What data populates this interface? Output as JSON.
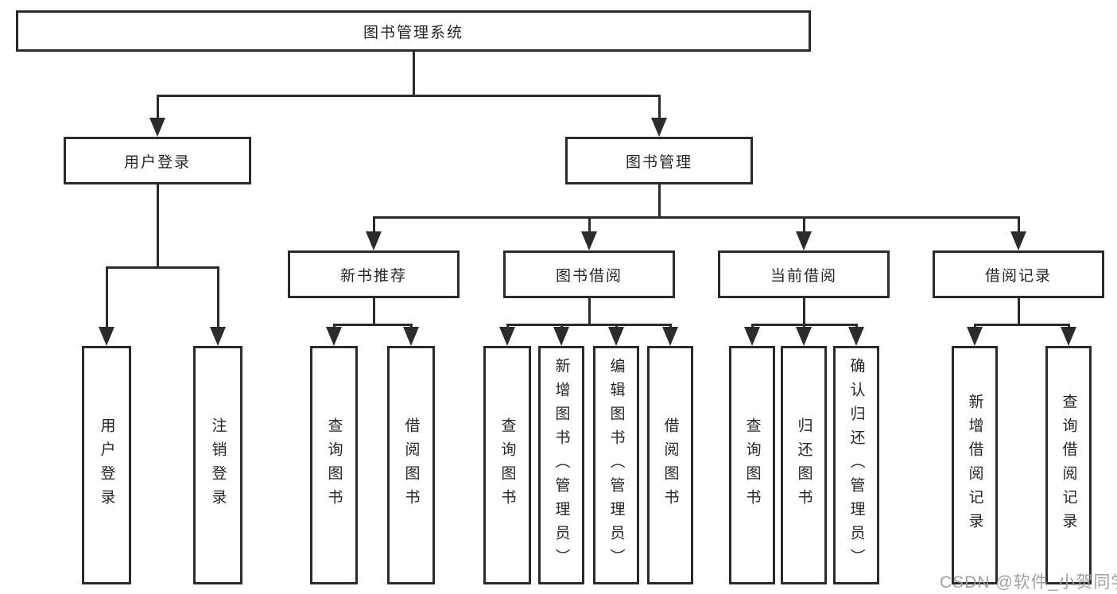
{
  "colors": {
    "line": "#2b2b2b",
    "text": "#262626",
    "box_bg": "#ffffff",
    "background": "#ffffff",
    "watermark": "#9d9d9d"
  },
  "tree": {
    "root": {
      "label": "图书管理系统",
      "children": [
        {
          "label": "用户登录",
          "children": [
            {
              "label": "用户登录"
            },
            {
              "label": "注销登录"
            }
          ]
        },
        {
          "label": "图书管理",
          "children": [
            {
              "label": "新书推荐",
              "children": [
                {
                  "label": "查询图书"
                },
                {
                  "label": "借阅图书"
                }
              ]
            },
            {
              "label": "图书借阅",
              "children": [
                {
                  "label": "查询图书"
                },
                {
                  "label": "新增图书（管理员）"
                },
                {
                  "label": "编辑图书（管理员）"
                },
                {
                  "label": "借阅图书"
                }
              ]
            },
            {
              "label": "当前借阅",
              "children": [
                {
                  "label": "查询图书"
                },
                {
                  "label": "归还图书"
                },
                {
                  "label": "确认归还（管理员）"
                }
              ]
            },
            {
              "label": "借阅记录",
              "children": [
                {
                  "label": "新增借阅记录"
                },
                {
                  "label": "查询借阅记录"
                }
              ]
            }
          ]
        }
      ]
    }
  },
  "watermark": {
    "text": "CSDN @软件_小贺同学"
  }
}
